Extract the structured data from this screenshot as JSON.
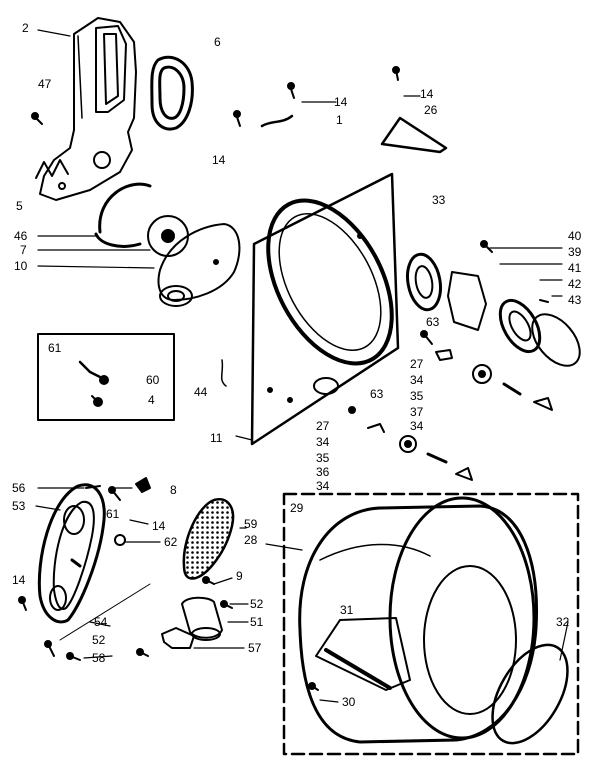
{
  "diagram": {
    "callouts": [
      {
        "id": "c-2",
        "text": "2"
      },
      {
        "id": "c-6",
        "text": "6"
      },
      {
        "id": "c-47",
        "text": "47"
      },
      {
        "id": "c-14a",
        "text": "14"
      },
      {
        "id": "c-1",
        "text": "1"
      },
      {
        "id": "c-14b",
        "text": "14"
      },
      {
        "id": "c-26",
        "text": "26"
      },
      {
        "id": "c-14c",
        "text": "14"
      },
      {
        "id": "c-5",
        "text": "5"
      },
      {
        "id": "c-33",
        "text": "33"
      },
      {
        "id": "c-46",
        "text": "46"
      },
      {
        "id": "c-7",
        "text": "7"
      },
      {
        "id": "c-10",
        "text": "10"
      },
      {
        "id": "c-40",
        "text": "40"
      },
      {
        "id": "c-39",
        "text": "39"
      },
      {
        "id": "c-41",
        "text": "41"
      },
      {
        "id": "c-42",
        "text": "42"
      },
      {
        "id": "c-43",
        "text": "43"
      },
      {
        "id": "c-63a",
        "text": "63"
      },
      {
        "id": "c-61",
        "text": "61"
      },
      {
        "id": "c-60",
        "text": "60"
      },
      {
        "id": "c-4",
        "text": "4"
      },
      {
        "id": "c-44",
        "text": "44"
      },
      {
        "id": "c-27a",
        "text": "27"
      },
      {
        "id": "c-34a",
        "text": "34"
      },
      {
        "id": "c-35a",
        "text": "35"
      },
      {
        "id": "c-37",
        "text": "37"
      },
      {
        "id": "c-34b",
        "text": "34"
      },
      {
        "id": "c-63b",
        "text": "63"
      },
      {
        "id": "c-27b",
        "text": "27"
      },
      {
        "id": "c-34c",
        "text": "34"
      },
      {
        "id": "c-35b",
        "text": "35"
      },
      {
        "id": "c-36",
        "text": "36"
      },
      {
        "id": "c-34d",
        "text": "34"
      },
      {
        "id": "c-11",
        "text": "11"
      },
      {
        "id": "c-56",
        "text": "56"
      },
      {
        "id": "c-8",
        "text": "8"
      },
      {
        "id": "c-53",
        "text": "53"
      },
      {
        "id": "c-61b",
        "text": "61"
      },
      {
        "id": "c-14d",
        "text": "14"
      },
      {
        "id": "c-62",
        "text": "62"
      },
      {
        "id": "c-59",
        "text": "59"
      },
      {
        "id": "c-28",
        "text": "28"
      },
      {
        "id": "c-29",
        "text": "29"
      },
      {
        "id": "c-9",
        "text": "9"
      },
      {
        "id": "c-14e",
        "text": "14"
      },
      {
        "id": "c-52a",
        "text": "52"
      },
      {
        "id": "c-51",
        "text": "51"
      },
      {
        "id": "c-54",
        "text": "54"
      },
      {
        "id": "c-52b",
        "text": "52"
      },
      {
        "id": "c-58",
        "text": "58"
      },
      {
        "id": "c-57",
        "text": "57"
      },
      {
        "id": "c-31",
        "text": "31"
      },
      {
        "id": "c-32",
        "text": "32"
      },
      {
        "id": "c-30",
        "text": "30"
      }
    ]
  }
}
